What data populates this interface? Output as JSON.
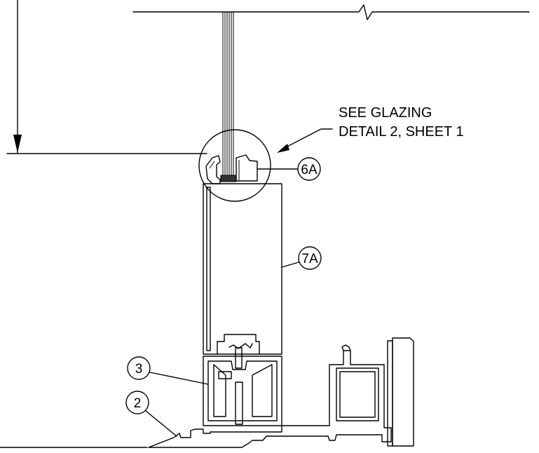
{
  "note": {
    "line1": "SEE GLAZING",
    "line2": "DETAIL 2, SHEET 1"
  },
  "callouts": {
    "c6a": "6A",
    "c7a": "7A",
    "c3": "3",
    "c2": "2"
  }
}
